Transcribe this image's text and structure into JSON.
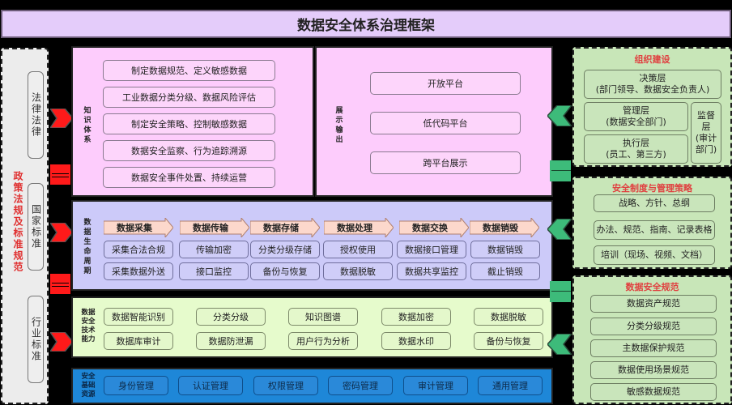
{
  "title": "数据安全体系治理框架",
  "policy": {
    "label": "政策法规及标准规范",
    "items": [
      {
        "label": "法律法律"
      },
      {
        "label": "国家标准"
      },
      {
        "label": "行业标准"
      }
    ]
  },
  "knowledge": {
    "label": "知识体系",
    "items": [
      "制定数据规范、定义敏感数据",
      "工业数据分类分级、数据风险评估",
      "制定安全策略、控制敏感数据",
      "数据安全监察、行为追踪溯源",
      "数据安全事件处置、持续运营"
    ]
  },
  "display": {
    "label": "展示输出",
    "items": [
      "开放平台",
      "低代码平台",
      "跨平台展示"
    ]
  },
  "lifecycle": {
    "label": "数据生命周期",
    "stages": [
      {
        "name": "数据采集",
        "items": [
          "采集合法合规",
          "采集数据外送"
        ]
      },
      {
        "name": "数据传输",
        "items": [
          "传输加密",
          "接口监控"
        ]
      },
      {
        "name": "数据存储",
        "items": [
          "分类分级存储",
          "备份与恢复"
        ]
      },
      {
        "name": "数据处理",
        "items": [
          "授权使用",
          "数据脱敏"
        ]
      },
      {
        "name": "数据交换",
        "items": [
          "数据接口管理",
          "数据共享监控"
        ]
      },
      {
        "name": "数据销毁",
        "items": [
          "数据销毁",
          "截止销毁"
        ]
      }
    ]
  },
  "tech": {
    "label": "数据安全技术能力",
    "row1": [
      "数据智能识别",
      "分类分级",
      "知识图谱",
      "数据加密",
      "数据脱敏"
    ],
    "row2": [
      "数据库审计",
      "数据防泄漏",
      "用户行为分析",
      "数据水印",
      "备份与恢复"
    ]
  },
  "base": {
    "label": "安全基础资源",
    "items": [
      "身份管理",
      "认证管理",
      "权限管理",
      "密码管理",
      "审计管理",
      "通用管理"
    ]
  },
  "org": {
    "title": "组织建设",
    "decision": {
      "name": "决策层",
      "desc": "(部门领导、数据安全负责人)"
    },
    "management": {
      "name": "管理层",
      "desc": "(数据安全部门)"
    },
    "execution": {
      "name": "执行层",
      "desc": "(员工、第三方)"
    },
    "supervision": {
      "name": "监督层",
      "desc": "(审计部门)"
    }
  },
  "policy_mgmt": {
    "title": "安全制度与管理策略",
    "items": [
      "战略、方针、总纲",
      "办法、规范、指南、记录表格",
      "培训（现场、视频、文档）"
    ]
  },
  "data_spec": {
    "title": "数据安全规范",
    "items": [
      "数据资产规范",
      "分类分级规范",
      "主数据保护规范",
      "数据使用场景规范",
      "敏感数据规范"
    ]
  },
  "colors": {
    "title_bg": "#e4ccfa",
    "pink": "#fdccfc",
    "lavender": "#cccaf9",
    "lime": "#e6fbcc",
    "blue": "#1e87d8",
    "right_green": "#c8e6b8",
    "red_arrow": "#ff1a1a",
    "green_arrow": "#3dbb7a",
    "stage_arrow": "#fcd8cc",
    "red_text": "#e04040"
  }
}
